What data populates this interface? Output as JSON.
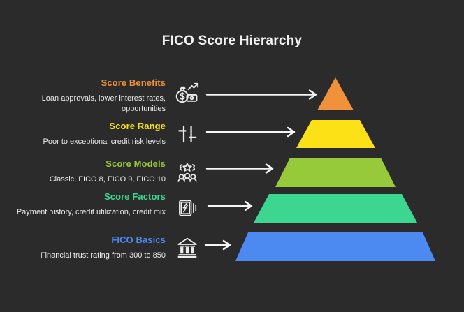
{
  "title": "FICO Score Hierarchy",
  "colors": {
    "background": "#2B2B2B",
    "title": "#F2F2F2",
    "description": "#EDEDED",
    "arrow": "#F5F5F5",
    "icon": "#ECECEC"
  },
  "rows": [
    {
      "label": "Score Benefits",
      "description": "Loan approvals, lower interest rates, opportunities",
      "color": "#F0913C",
      "icon": "money-growth-icon"
    },
    {
      "label": "Score Range",
      "description": "Poor to exceptional credit risk levels",
      "color": "#FBE116",
      "icon": "range-sliders-icon"
    },
    {
      "label": "Score Models",
      "description": "Classic, FICO 8, FICO 9, FICO 10",
      "color": "#97CA3B",
      "icon": "team-rating-icon"
    },
    {
      "label": "Score Factors",
      "description": "Payment history, credit utilization, credit mix",
      "color": "#3CD690",
      "icon": "factors-card-icon"
    },
    {
      "label": "FICO Basics",
      "description": "Financial trust rating from 300 to 850",
      "color": "#4C89F1",
      "icon": "bank-icon"
    }
  ],
  "pyramid": {
    "level_order_top_to_bottom": [
      "Score Benefits",
      "Score Range",
      "Score Models",
      "Score Factors",
      "FICO Basics"
    ]
  }
}
